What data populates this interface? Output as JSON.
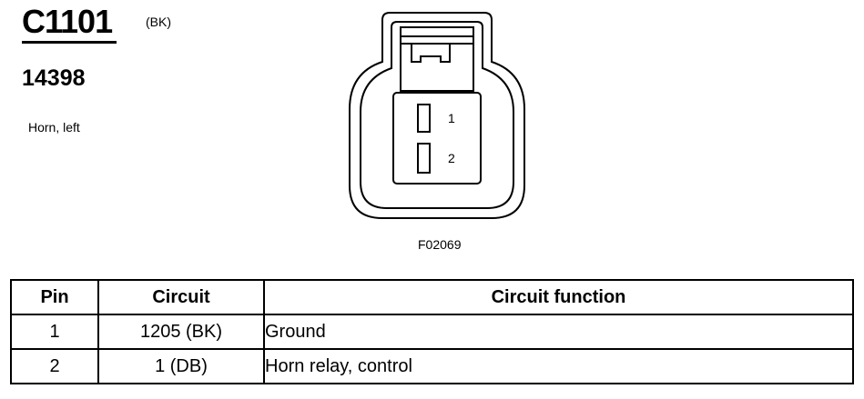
{
  "header": {
    "connector_id": "C1101",
    "connector_color": "(BK)",
    "part_number": "14398",
    "description": "Horn, left"
  },
  "diagram": {
    "pin_labels": [
      "1",
      "2"
    ],
    "figure_id": "F02069"
  },
  "table": {
    "headers": [
      "Pin",
      "Circuit",
      "Circuit function"
    ],
    "rows": [
      {
        "pin": "1",
        "circuit": "1205 (BK)",
        "function": "Ground"
      },
      {
        "pin": "2",
        "circuit": "1 (DB)",
        "function": "Horn relay, control"
      }
    ]
  }
}
